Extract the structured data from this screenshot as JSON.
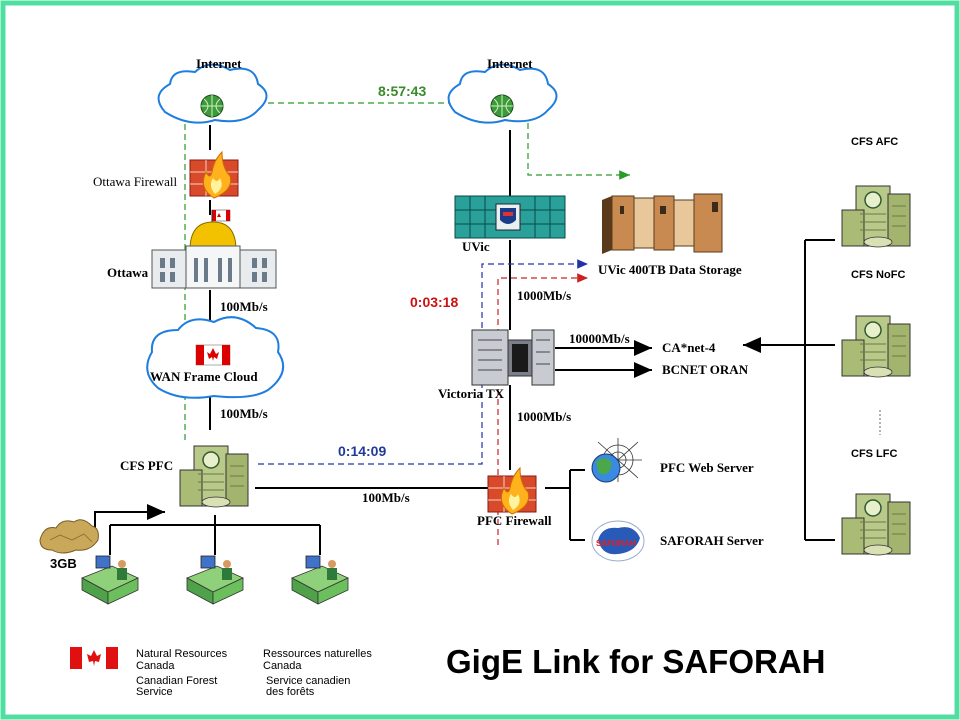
{
  "colors": {
    "border": "#4fe0a0",
    "green_time": "#3a8a2a",
    "red_time": "#cc1111",
    "blue_time": "#203a9a",
    "green_dash": "#2a9a2a",
    "red_dash": "#cc2222",
    "blue_dash": "#2233aa"
  },
  "nodes": {
    "internet_left": "Internet",
    "internet_right": "Internet",
    "ottawa_firewall": "Ottawa Firewall",
    "ottawa": "Ottawa",
    "wan_cloud": "WAN Frame Cloud",
    "cfs_pfc": "CFS PFC",
    "uvic": "UVic",
    "uvic_storage": "UVic 400TB Data Storage",
    "victoria_tx": "Victoria TX",
    "canet4": "CA*net-4",
    "bcnet": "BCNET ORAN",
    "pfc_firewall": "PFC Firewall",
    "pfc_web_server": "PFC Web Server",
    "saforah_server": "SAFORAH Server",
    "cfs_afc": "CFS AFC",
    "cfs_nofc": "CFS NoFC",
    "cfs_lfc": "CFS LFC",
    "data_size": "3GB",
    "saforah_logo_text": "SAFORAH"
  },
  "links": {
    "ottawa_wan": "100Mb/s",
    "wan_pfc": "100Mb/s",
    "pfc_firewall": "100Mb/s",
    "uvic_tx": "1000Mb/s",
    "tx_canet": "10000Mb/s",
    "tx_firewall": "1000Mb/s"
  },
  "times": {
    "via_internet": "8:57:43",
    "via_canet_red": "0:03:18",
    "via_canet_blue": "0:14:09"
  },
  "footer": {
    "en_line1": "Natural Resources",
    "en_line2": "Canada",
    "fr_line1": "Ressources naturelles",
    "fr_line2": "Canada",
    "en_line3": "Canadian Forest",
    "en_line4": "Service",
    "fr_line3": "Service canadien",
    "fr_line4": "des forêts"
  },
  "title": "GigE Link for SAFORAH"
}
